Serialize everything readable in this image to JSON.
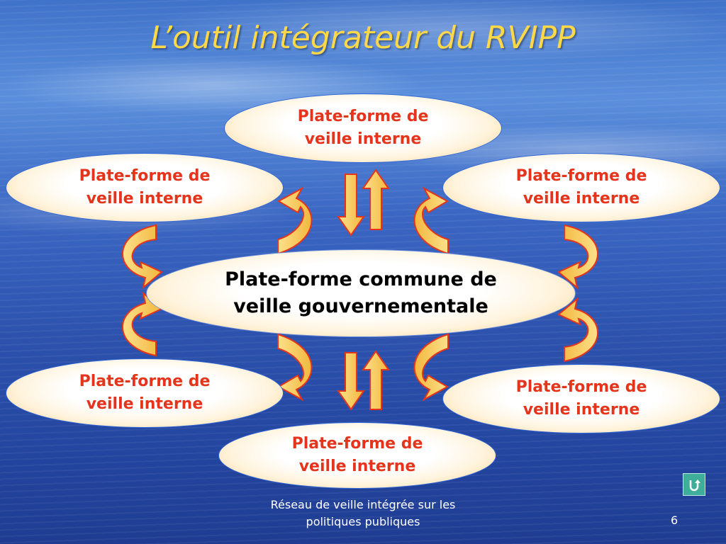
{
  "title": "L’outil intégrateur du RVIPP",
  "diagram": {
    "center": {
      "line1": "Plate-forme commune de",
      "line2": "veille gouvernementale"
    },
    "nodes": [
      {
        "id": "top",
        "line1": "Plate-forme de",
        "line2": "veille interne"
      },
      {
        "id": "upper-left",
        "line1": "Plate-forme de",
        "line2": "veille interne"
      },
      {
        "id": "upper-right",
        "line1": "Plate-forme de",
        "line2": "veille interne"
      },
      {
        "id": "lower-left",
        "line1": "Plate-forme de",
        "line2": "veille interne"
      },
      {
        "id": "lower-right",
        "line1": "Plate-forme de",
        "line2": "veille interne"
      },
      {
        "id": "bottom",
        "line1": "Plate-forme de",
        "line2": "veille interne"
      }
    ]
  },
  "footer": {
    "line1": "Réseau de veille intégrée sur les",
    "line2": "politiques publiques",
    "page": "6"
  },
  "colors": {
    "title": "#ffd84a",
    "node_text": "#e4351c",
    "arrow_fill": "#f8c95a",
    "arrow_stroke": "#e4351c"
  },
  "icons": {
    "return": "return-arrow-icon"
  }
}
